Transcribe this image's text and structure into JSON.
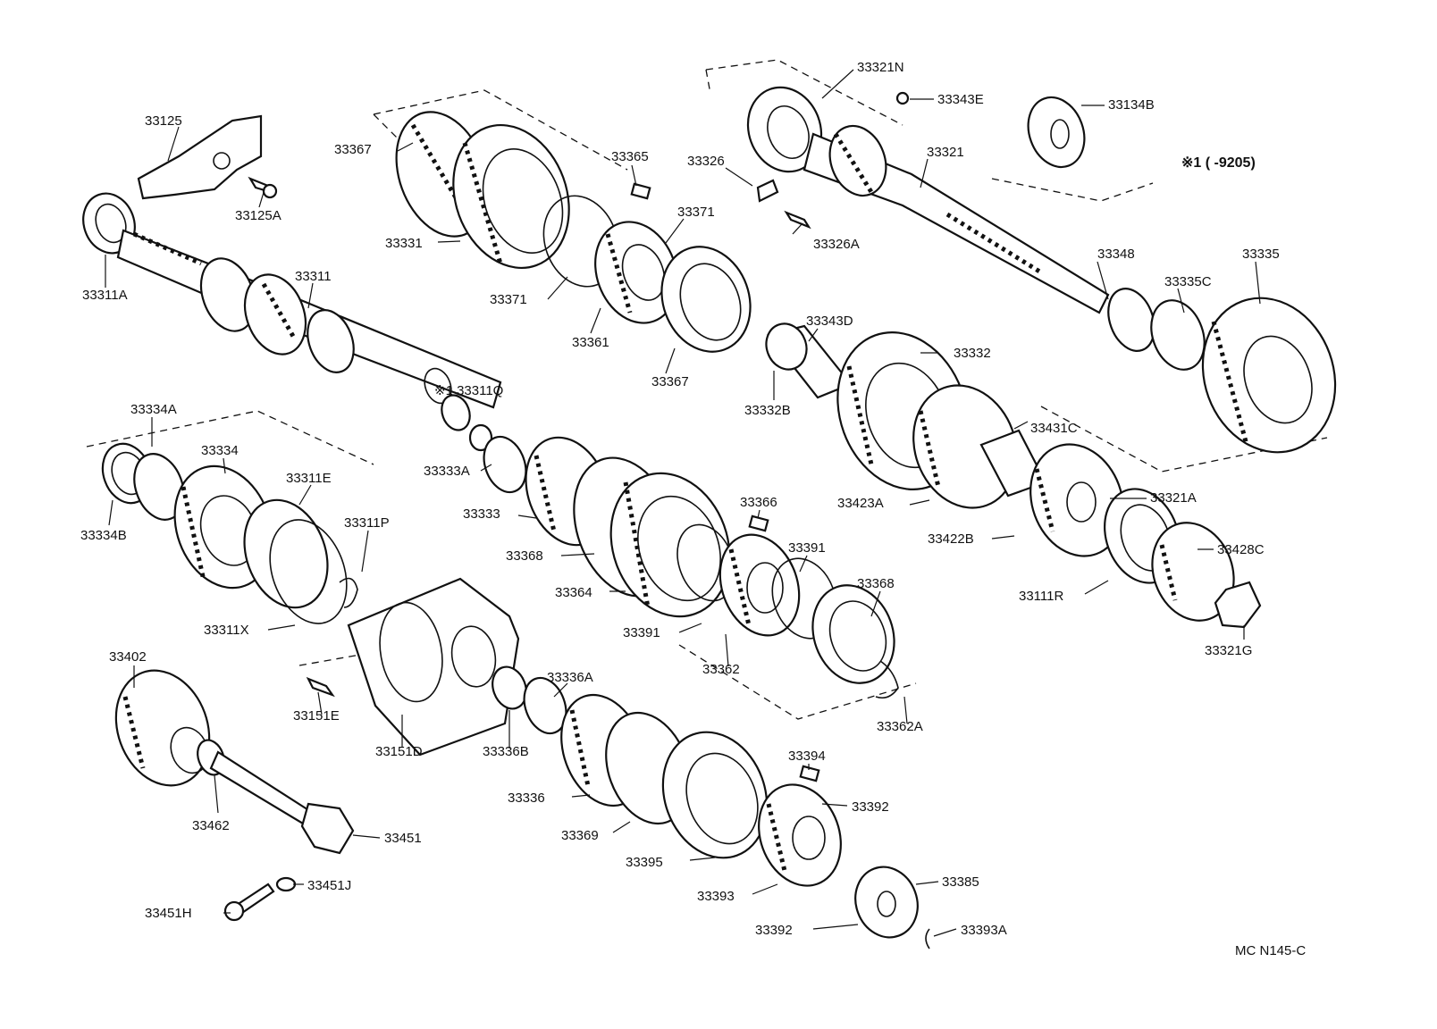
{
  "diagram": {
    "labels": [
      {
        "id": "33125",
        "text": "33125"
      },
      {
        "id": "33125A",
        "text": "33125A"
      },
      {
        "id": "33311A",
        "text": "33311A"
      },
      {
        "id": "33311",
        "text": "33311"
      },
      {
        "id": "33311Q",
        "text": "※1 33311Q"
      },
      {
        "id": "33367_top",
        "text": "33367"
      },
      {
        "id": "33331",
        "text": "33331"
      },
      {
        "id": "33365",
        "text": "33365"
      },
      {
        "id": "33371_a",
        "text": "33371"
      },
      {
        "id": "33371_b",
        "text": "33371"
      },
      {
        "id": "33361",
        "text": "33361"
      },
      {
        "id": "33367_b",
        "text": "33367"
      },
      {
        "id": "33326",
        "text": "33326"
      },
      {
        "id": "33326A",
        "text": "33326A"
      },
      {
        "id": "33321N",
        "text": "33321N"
      },
      {
        "id": "33343E",
        "text": "33343E"
      },
      {
        "id": "33321",
        "text": "33321"
      },
      {
        "id": "33134B",
        "text": "33134B"
      },
      {
        "id": "33348",
        "text": "33348"
      },
      {
        "id": "33335C",
        "text": "33335C"
      },
      {
        "id": "33335",
        "text": "33335"
      },
      {
        "id": "33343D",
        "text": "33343D"
      },
      {
        "id": "33332",
        "text": "33332"
      },
      {
        "id": "33332B",
        "text": "33332B"
      },
      {
        "id": "33431C",
        "text": "33431C"
      },
      {
        "id": "33423A",
        "text": "33423A"
      },
      {
        "id": "33321A",
        "text": "33321A"
      },
      {
        "id": "33422B",
        "text": "33422B"
      },
      {
        "id": "33428C",
        "text": "33428C"
      },
      {
        "id": "33111R",
        "text": "33111R"
      },
      {
        "id": "33321G",
        "text": "33321G"
      },
      {
        "id": "33334A",
        "text": "33334A"
      },
      {
        "id": "33334",
        "text": "33334"
      },
      {
        "id": "33311E",
        "text": "33311E"
      },
      {
        "id": "33311P",
        "text": "33311P"
      },
      {
        "id": "33334B",
        "text": "33334B"
      },
      {
        "id": "33311X",
        "text": "33311X"
      },
      {
        "id": "33333A",
        "text": "33333A"
      },
      {
        "id": "33333",
        "text": "33333"
      },
      {
        "id": "33368_a",
        "text": "33368"
      },
      {
        "id": "33364",
        "text": "33364"
      },
      {
        "id": "33366",
        "text": "33366"
      },
      {
        "id": "33391_a",
        "text": "33391"
      },
      {
        "id": "33391_b",
        "text": "33391"
      },
      {
        "id": "33362",
        "text": "33362"
      },
      {
        "id": "33368_b",
        "text": "33368"
      },
      {
        "id": "33362A",
        "text": "33362A"
      },
      {
        "id": "33402",
        "text": "33402"
      },
      {
        "id": "33151E",
        "text": "33151E"
      },
      {
        "id": "33151D",
        "text": "33151D"
      },
      {
        "id": "33336A",
        "text": "33336A"
      },
      {
        "id": "33336B",
        "text": "33336B"
      },
      {
        "id": "33336",
        "text": "33336"
      },
      {
        "id": "33369",
        "text": "33369"
      },
      {
        "id": "33394",
        "text": "33394"
      },
      {
        "id": "33392_a",
        "text": "33392"
      },
      {
        "id": "33395",
        "text": "33395"
      },
      {
        "id": "33393",
        "text": "33393"
      },
      {
        "id": "33385",
        "text": "33385"
      },
      {
        "id": "33392_b",
        "text": "33392"
      },
      {
        "id": "33393A",
        "text": "33393A"
      },
      {
        "id": "33462",
        "text": "33462"
      },
      {
        "id": "33451",
        "text": "33451"
      },
      {
        "id": "33451J",
        "text": "33451J"
      },
      {
        "id": "33451H",
        "text": "33451H"
      }
    ],
    "note": "※1 (     -9205)",
    "code": "MC N145-C"
  }
}
